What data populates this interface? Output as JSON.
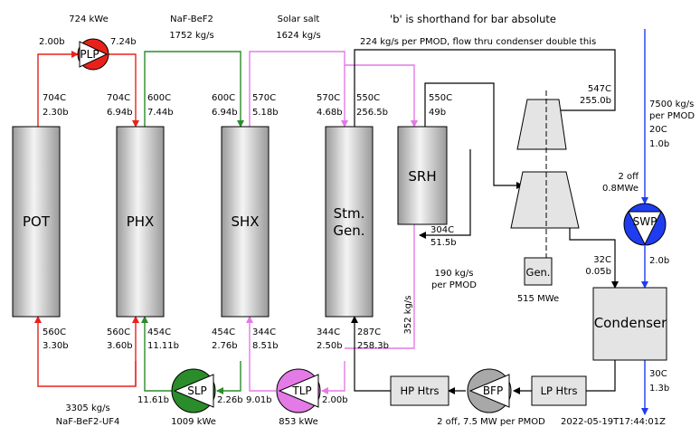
{
  "title_note": "'b' is shorthand for bar absolute",
  "colors": {
    "primary_salt": "#e8221b",
    "secondary_salt": "#2a8c2a",
    "solar_salt": "#e47ae6",
    "seawater": "#1f3cf0",
    "steam": "#000000",
    "vessel_fill": "#e4e4e4"
  },
  "vessels": {
    "pot": "POT",
    "phx": "PHX",
    "shx": "SHX",
    "stm_gen_1": "Stm.",
    "stm_gen_2": "Gen.",
    "srh": "SRH",
    "condenser": "Condenser"
  },
  "pumps": {
    "plp": {
      "label": "PLP",
      "power": "724 kWe",
      "in_p": "2.00b",
      "out_p": "7.24b"
    },
    "slp": {
      "label": "SLP",
      "power": "1009 kWe",
      "in_p": "2.26b",
      "out_p": "11.61b"
    },
    "tlp": {
      "label": "TLP",
      "power": "853 kWe",
      "in_p": "2.00b",
      "out_p": "9.01b"
    },
    "swp": {
      "label": "SWP",
      "note1": "2 off",
      "note2": "0.8MWe",
      "out_p": "2.0b"
    },
    "bfp": {
      "label": "BFP",
      "note": "2 off, 7.5 MW per PMOD"
    }
  },
  "heaters": {
    "hp": "HP Htrs",
    "lp": "LP Htrs"
  },
  "generator": {
    "label": "Gen.",
    "power": "515 MWe"
  },
  "fluids": {
    "secondary_name": "NaF-BeF2",
    "secondary_flow": "1752 kg/s",
    "solar_name": "Solar salt",
    "solar_flow": "1624 kg/s",
    "primary_flow": "3305 kg/s",
    "primary_name": "NaF-BeF2-UF4"
  },
  "steam_notes": {
    "main": "224 kg/s per PMOD, flow thru condenser double this",
    "reheat_flow_1": "190 kg/s",
    "reheat_flow_2": "per PMOD",
    "solar_bypass": "352 kg/s"
  },
  "seawater": {
    "flow_1": "7500 kg/s",
    "flow_2": "per PMOD",
    "in_t": "20C",
    "in_p": "1.0b",
    "out_t": "30C",
    "out_p": "1.3b"
  },
  "states": {
    "pot_top_t": "704C",
    "pot_top_p": "2.30b",
    "phx_top_t": "704C",
    "phx_top_p": "6.94b",
    "phx_sec_t": "600C",
    "phx_sec_p": "7.44b",
    "shx_top_t": "600C",
    "shx_top_p": "6.94b",
    "shx_sol_t": "570C",
    "shx_sol_p": "5.18b",
    "sg_top_t": "570C",
    "sg_top_p": "4.68b",
    "sg_steam_t": "550C",
    "sg_steam_p": "256.5b",
    "srh_top_t": "550C",
    "srh_top_p": "49b",
    "hpt_in_t": "547C",
    "hpt_in_p": "255.0b",
    "srh_bot_t": "304C",
    "srh_bot_p": "51.5b",
    "cond_in_t": "32C",
    "cond_in_p": "0.05b",
    "pot_bot_t": "560C",
    "pot_bot_p": "3.30b",
    "phx_bot_t": "560C",
    "phx_bot_p": "3.60b",
    "phx_sec_bot_t": "454C",
    "phx_sec_bot_p": "11.11b",
    "shx_bot_t": "454C",
    "shx_bot_p": "2.76b",
    "shx_sol_bot_t": "344C",
    "shx_sol_bot_p": "8.51b",
    "sg_bot_t": "344C",
    "sg_bot_p": "2.50b",
    "sg_fw_t": "287C",
    "sg_fw_p": "258.3b"
  },
  "timestamp": "2022-05-19T17:44:01Z"
}
